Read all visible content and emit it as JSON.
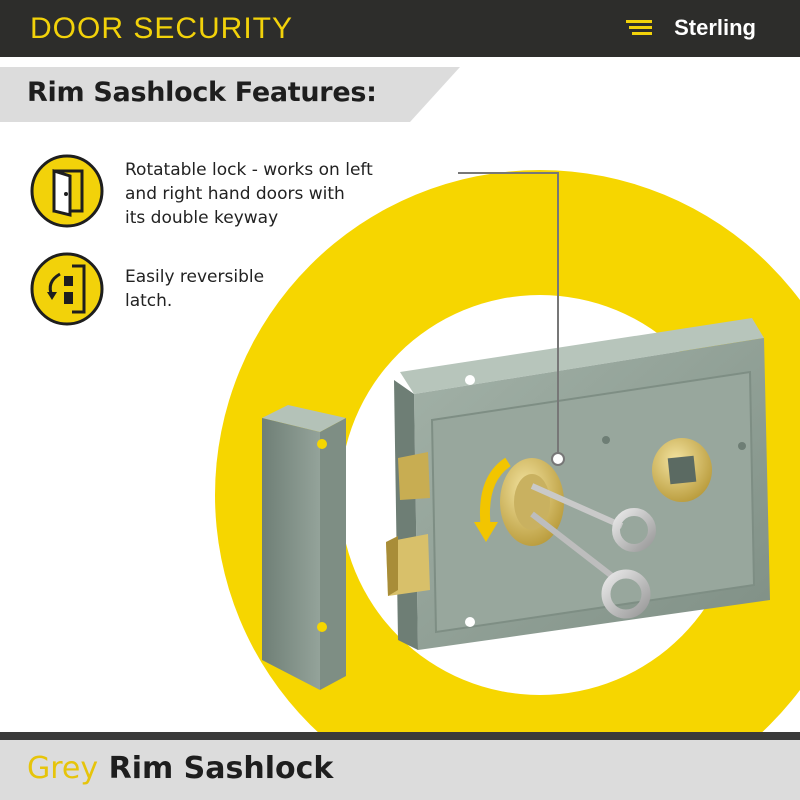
{
  "header": {
    "category": "DOOR SECURITY",
    "brand": "Sterling"
  },
  "section_title": "Rim Sashlock Features:",
  "features": [
    {
      "icon": "door-icon",
      "text_lines": [
        "Rotatable lock - works on left",
        "and right hand doors with",
        "its double keyway"
      ]
    },
    {
      "icon": "reversible-latch-icon",
      "text_lines": [
        "Easily reversible",
        "latch."
      ]
    }
  ],
  "product": {
    "color": "Grey",
    "name": "Rim Sashlock"
  },
  "colors": {
    "accent": "#f2d20a",
    "dark": "#2d2d2b",
    "lock_body": "#8c9c91",
    "brass": "#d4bc5a"
  }
}
